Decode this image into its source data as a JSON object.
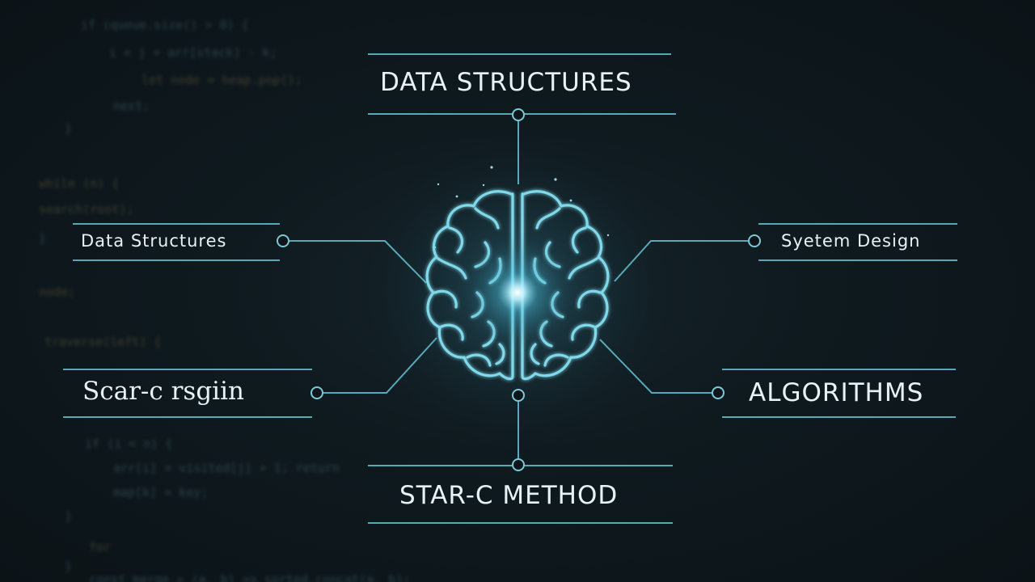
{
  "diagram": {
    "center": "brain-icon",
    "nodes": {
      "top": {
        "label": "DATA STRUCTURES"
      },
      "left_upper": {
        "label": "Data Structures"
      },
      "right_upper": {
        "label": "Syetem Design"
      },
      "left_lower": {
        "label": "Scar-c rsgiin"
      },
      "right_lower": {
        "label": "ALGORITHMS"
      },
      "bottom": {
        "label": "STAR-C METHOD"
      }
    }
  },
  "colors": {
    "line": "#56a9b8",
    "glow": "#7fe3ff",
    "background": "#0d1519",
    "text": "#e6f2f4"
  }
}
